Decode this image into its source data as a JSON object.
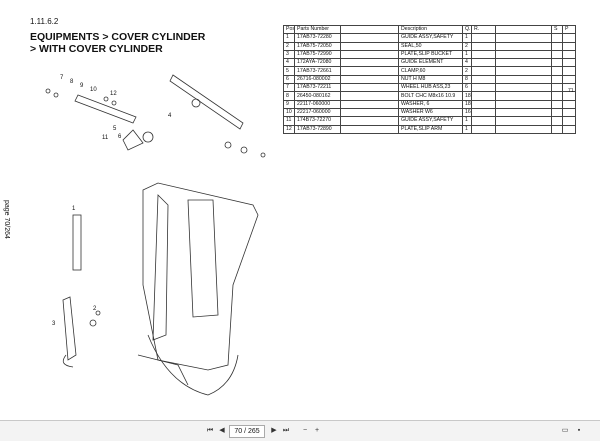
{
  "section_number": "1.11.6.2",
  "title_line1": "EQUIPMENTS > COVER CYLINDER",
  "title_line2": "> WITH COVER CYLINDER",
  "side_label": "page 70/264",
  "edge_number": "71",
  "diagram_callouts": [
    "7",
    "8",
    "9",
    "10",
    "5",
    "6",
    "12",
    "4",
    "1",
    "2",
    "3",
    "11"
  ],
  "table": {
    "headers": [
      "Pos.",
      "Parts Number",
      "",
      "Description",
      "Q.",
      "R.",
      "",
      "S",
      "P"
    ],
    "rows": [
      {
        "pos": "1",
        "part": "17AB73-72280",
        "desc": "GUIDE ASSY,SAFETY",
        "q": "1"
      },
      {
        "pos": "2",
        "part": "17AB75-72050",
        "desc": "SEAL,50",
        "q": "2"
      },
      {
        "pos": "3",
        "part": "17AB75-72990",
        "desc": "PLATE,SLIP BUCKET",
        "q": "1"
      },
      {
        "pos": "4",
        "part": "172AYA-72080",
        "desc": "GUIDE ELEMENT",
        "q": "4"
      },
      {
        "pos": "5",
        "part": "17AB73-72661",
        "desc": "CLAMP,60",
        "q": "2"
      },
      {
        "pos": "6",
        "part": "26716-080002",
        "desc": "NUT H M8",
        "q": "8"
      },
      {
        "pos": "7",
        "part": "17AB73-72211",
        "desc": "WHEEL HUB ASS,23",
        "q": "6"
      },
      {
        "pos": "8",
        "part": "26450-080162",
        "desc": "BOLT CHC M8x16 10.9",
        "q": "18"
      },
      {
        "pos": "9",
        "part": "22117-060000",
        "desc": "WASHER,  6",
        "q": "18"
      },
      {
        "pos": "10",
        "part": "22217-060000",
        "desc": "WASHER W6",
        "q": "16"
      },
      {
        "pos": "11",
        "part": "174B73-72270",
        "desc": "GUIDE ASSY,SAFETY",
        "q": "1"
      },
      {
        "pos": "12",
        "part": "17AB73-72890",
        "desc": "PLATE,SLIP ARM",
        "q": "1"
      }
    ]
  },
  "toolbar": {
    "page_value": "70 / 265",
    "first_icon": "⏮",
    "prev_icon": "◀",
    "next_icon": "▶",
    "last_icon": "⏭"
  }
}
